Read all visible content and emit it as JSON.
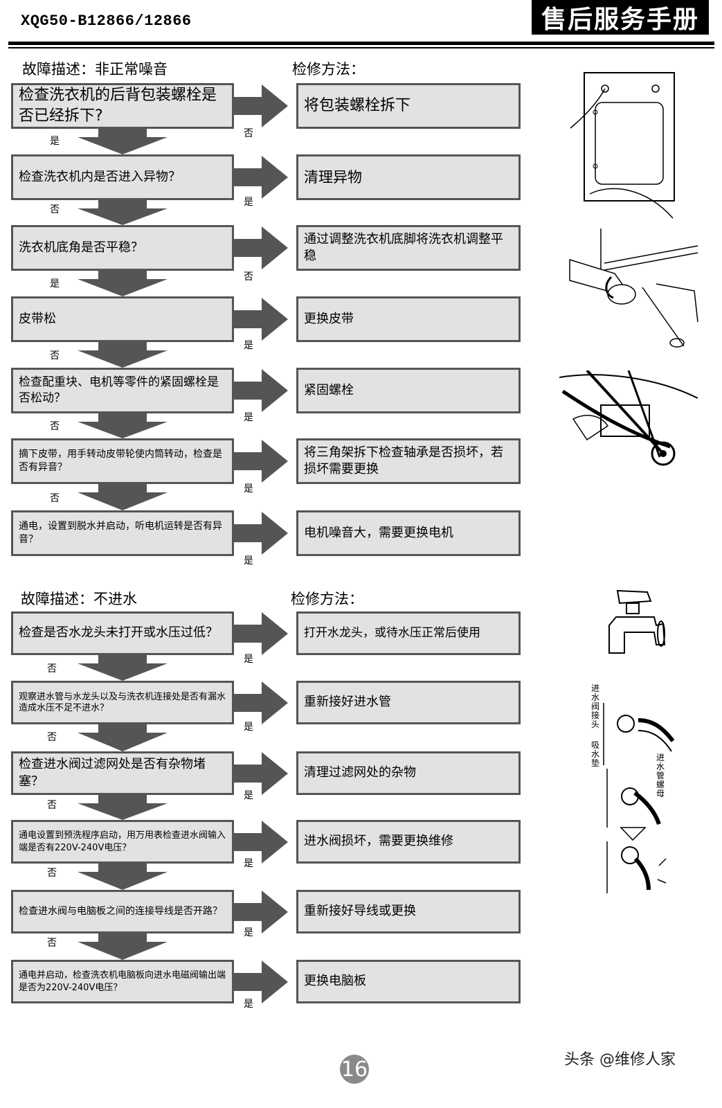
{
  "header": {
    "model": "XQG50-B12866/12866",
    "title": "售后服务手册"
  },
  "section1": {
    "fault_label": "故障描述：非正常噪音",
    "method_label": "检修方法：",
    "rows": [
      {
        "question": "检查洗衣机的后背包装螺栓是否已经拆下?",
        "answer": "将包装螺栓拆下",
        "right_label": "否",
        "down_label": "是"
      },
      {
        "question": "检查洗衣机内是否进入异物？",
        "answer": "清理异物",
        "right_label": "是",
        "down_label": "否"
      },
      {
        "question": "洗衣机底角是否平稳？",
        "answer": "通过调整洗衣机底脚将洗衣机调整平稳",
        "right_label": "否",
        "down_label": "是"
      },
      {
        "question": "皮带松",
        "answer": "更换皮带",
        "right_label": "是",
        "down_label": "否"
      },
      {
        "question": "检查配重块、电机等零件的紧固螺栓是否松动？",
        "answer": "紧固螺栓",
        "right_label": "是",
        "down_label": "否"
      },
      {
        "question": "摘下皮带，用手转动皮带轮使内筒转动，检查是否有异音？",
        "answer": "将三角架拆下检查轴承是否损坏，若损坏需要更换",
        "right_label": "是",
        "down_label": "否"
      },
      {
        "question": "通电，设置到脱水并启动，听电机运转是否有异音？",
        "answer": "电机噪音大，需要更换电机",
        "right_label": "是",
        "down_label": ""
      }
    ]
  },
  "section2": {
    "fault_label": "故障描述：不进水",
    "method_label": "检修方法：",
    "rows": [
      {
        "question": "检查是否水龙头未打开或水压过低？",
        "answer": "打开水龙头，或待水压正常后使用",
        "right_label": "是",
        "down_label": "否"
      },
      {
        "question": "观察进水管与水龙头以及与洗衣机连接处是否有漏水造成水压不足不进水？",
        "answer": "重新接好进水管",
        "right_label": "是",
        "down_label": "否"
      },
      {
        "question": "检查进水阀过滤网处是否有杂物堵塞？",
        "answer": "清理过滤网处的杂物",
        "right_label": "是",
        "down_label": "否"
      },
      {
        "question": "通电设置到预洗程序启动，用万用表检查进水阀输入端是否有220V-240V电压？",
        "answer": "进水阀损坏，需要更换维修",
        "right_label": "是",
        "down_label": "否"
      },
      {
        "question": "检查进水阀与电脑板之间的连接导线是否开路？",
        "answer": "重新接好导线或更换",
        "right_label": "是",
        "down_label": "否"
      },
      {
        "question": "通电并启动，检查洗衣机电脑板向进水电磁阀输出端是否为220V-240V电压？",
        "answer": "更换电脑板",
        "right_label": "是",
        "down_label": ""
      }
    ]
  },
  "illustration_labels": {
    "valve_joint": "进水阀接头",
    "washer": "吸水垫",
    "hose_nut": "进水管螺母"
  },
  "footer": {
    "page": "16",
    "watermark": "头条 @维修人家"
  }
}
